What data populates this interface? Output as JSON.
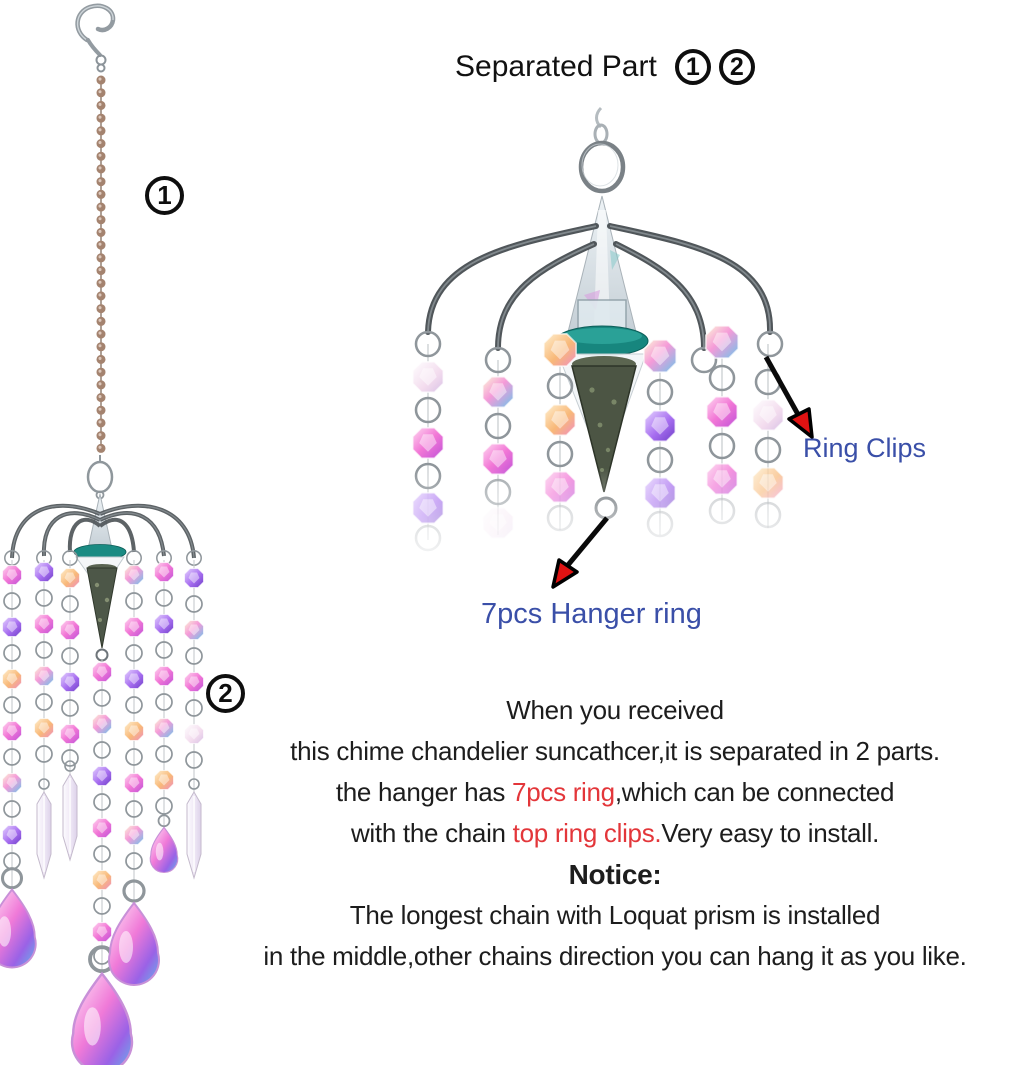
{
  "page": {
    "background": "#ffffff"
  },
  "left_panel": {
    "part1_badge": "1",
    "part2_badge": "2"
  },
  "separated_section": {
    "heading": "Separated Part",
    "badge1": "1",
    "badge2": "2",
    "ring_clips_label": "Ring Clips",
    "hanger_ring_label": "7pcs Hanger ring"
  },
  "description": {
    "line1": "When you received",
    "line2": "this chime chandelier suncathcer,it is separated in 2 parts.",
    "line3": {
      "pre": "the hanger has ",
      "red": "7pcs ring",
      "post": ",which can be connected"
    },
    "line4": {
      "pre": "with the chain ",
      "red": "top ring clips.",
      "post": "Very easy to install."
    },
    "notice": "Notice:",
    "line5": "The longest chain with Loquat prism is installed",
    "line6": "in the middle,other chains direction you can hang it as you like."
  },
  "colors": {
    "label_blue": "#3a4fa8",
    "highlight_red": "#e3363a",
    "arrow_red": "#e01212",
    "body_text": "#1d1d1d",
    "metal_gray": "#50565a",
    "teal_glass": "#17867e",
    "chain_copper": "#a4836f"
  }
}
